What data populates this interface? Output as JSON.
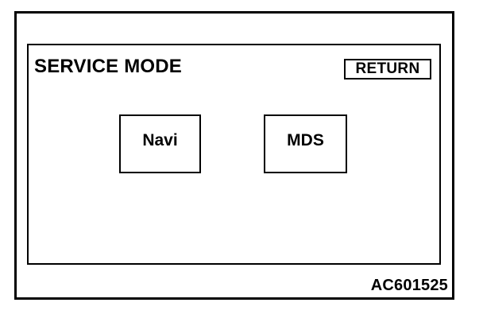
{
  "figure": {
    "reference_code": "AC601525",
    "background_color": "#ffffff",
    "line_color": "#000000"
  },
  "screen": {
    "title": "SERVICE MODE",
    "header": {
      "return_label": "RETURN"
    },
    "mode_buttons": [
      {
        "label": "Navi"
      },
      {
        "label": "MDS"
      }
    ]
  }
}
